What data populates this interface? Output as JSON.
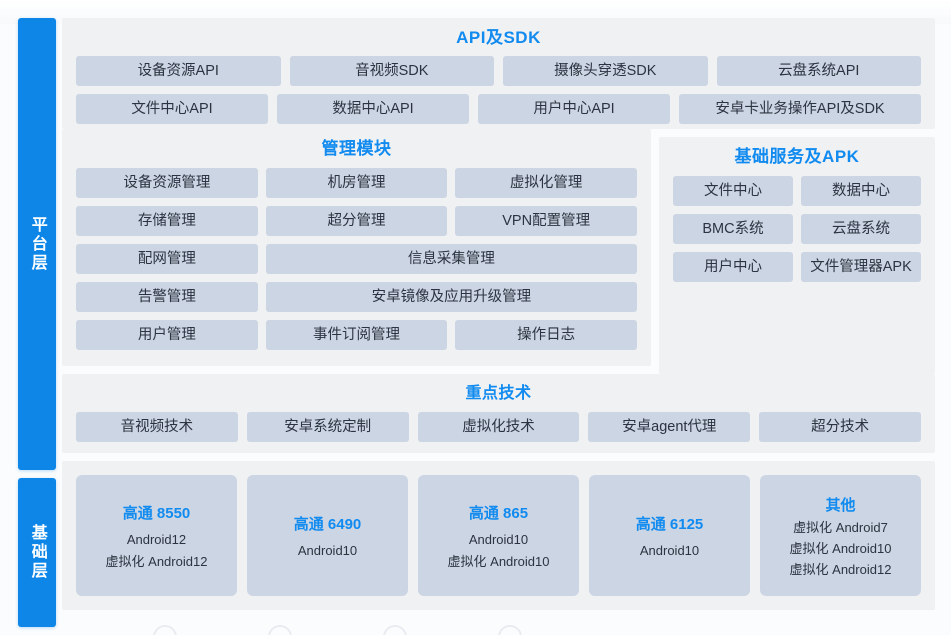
{
  "layers": [
    {
      "id": "platform",
      "label": "平台层"
    },
    {
      "id": "base",
      "label": "基础层"
    }
  ],
  "colors": {
    "accent": "#118bf0",
    "rail": "#0d86e8",
    "chip": "#ccd5e3",
    "panel": "#f0f1f3",
    "text": "#2b3440"
  },
  "panels": {
    "api": {
      "title": "API及SDK",
      "row1": [
        "设备资源API",
        "音视频SDK",
        "摄像头穿透SDK",
        "云盘系统API"
      ],
      "row2": [
        "文件中心API",
        "数据中心API",
        "用户中心API",
        "安卓卡业务操作API及SDK"
      ]
    },
    "manage": {
      "title": "管理模块",
      "items": [
        {
          "label": "设备资源管理",
          "span": 1
        },
        {
          "label": "机房管理",
          "span": 1
        },
        {
          "label": "虚拟化管理",
          "span": 1
        },
        {
          "label": "存储管理",
          "span": 1
        },
        {
          "label": "超分管理",
          "span": 1
        },
        {
          "label": "VPN配置管理",
          "span": 1
        },
        {
          "label": "配网管理",
          "span": 1
        },
        {
          "label": "信息采集管理",
          "span": 2
        },
        {
          "label": "告警管理",
          "span": 1
        },
        {
          "label": "安卓镜像及应用升级管理",
          "span": 2
        },
        {
          "label": "用户管理",
          "span": 1
        },
        {
          "label": "事件订阅管理",
          "span": 1
        },
        {
          "label": "操作日志",
          "span": 1
        }
      ]
    },
    "services": {
      "title": "基础服务及APK",
      "items": [
        "文件中心",
        "数据中心",
        "BMC系统",
        "云盘系统",
        "用户中心",
        "文件管理器APK"
      ]
    },
    "tech": {
      "title": "重点技术",
      "items": [
        "音视频技术",
        "安卓系统定制",
        "虚拟化技术",
        "安卓agent代理",
        "超分技术"
      ]
    },
    "base": {
      "cards": [
        {
          "name": "高通 8550",
          "lines": [
            "Android12",
            "虚拟化 Android12"
          ]
        },
        {
          "name": "高通 6490",
          "lines": [
            "Android10"
          ]
        },
        {
          "name": "高通 865",
          "lines": [
            "Android10",
            "虚拟化 Android10"
          ]
        },
        {
          "name": "高通 6125",
          "lines": [
            "Android10"
          ]
        },
        {
          "name": "其他",
          "lines": [
            "虚拟化 Android7",
            "虚拟化 Android10",
            "虚拟化 Android12"
          ]
        }
      ]
    }
  }
}
